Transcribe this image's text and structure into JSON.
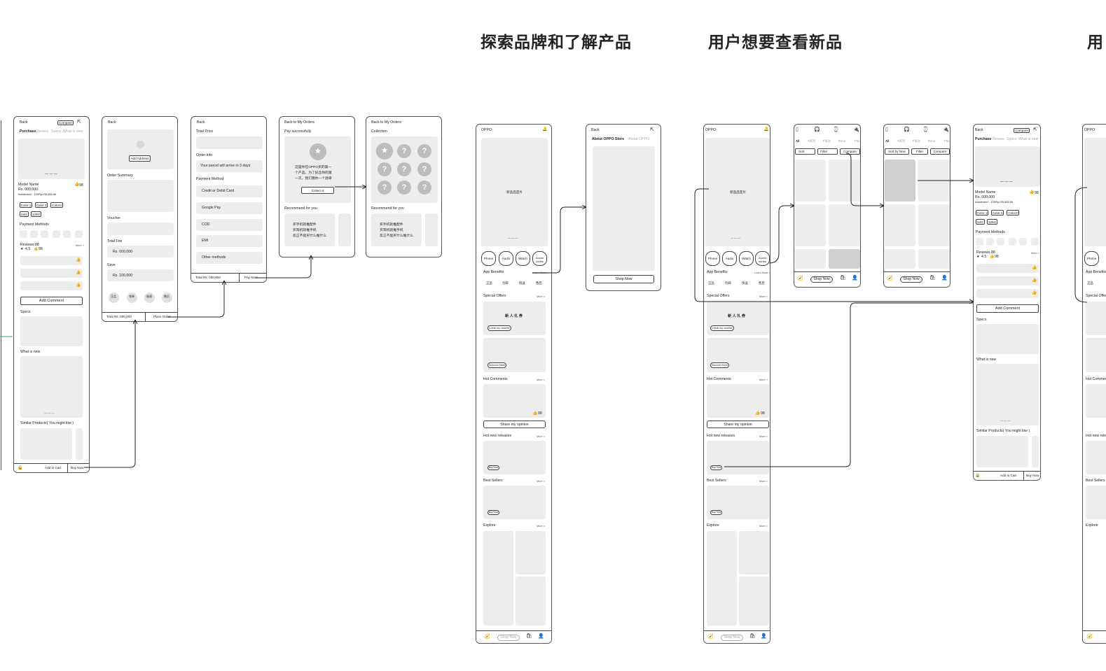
{
  "headings": {
    "brand": "探索品牌和了解产品",
    "new": "用户想要查看新品",
    "partial": "用"
  },
  "product": {
    "back": "Back",
    "compare": "Compare",
    "tab_purchase": "Purchase",
    "tab_review": "Review",
    "tab_specs": "Specs",
    "tab_whatsnew": "What is new",
    "model": "Model Name",
    "price": "Rs. 000,000",
    "instalment": "Instalment：100Rp155.555.56",
    "likes": "98",
    "colors": [
      "Color 1",
      "Color 2",
      "Color3"
    ],
    "storage": [
      "64G",
      "128G"
    ],
    "payment_methods": "Payment Methods",
    "reviews": "Reviews 88",
    "rating": "4.5",
    "rating_likes": "98",
    "more": "More >",
    "add_comment": "Add Comment",
    "specs": "Specs",
    "whats_new": "What is new",
    "similar": "Similar Products( You might like )",
    "add_to_cart": "Add to Cart",
    "buy_now": "Buy Now"
  },
  "order": {
    "back": "Back",
    "add_address": "Add Address",
    "summary": "Order Summary",
    "voucher": "Voucher",
    "total_fee": "Total Fee",
    "total_fee_value": "Rs. 000,000",
    "save": "Save",
    "save_value": "Rs. 100,000",
    "cats": [
      "正品",
      "领券",
      "极速",
      "售后"
    ],
    "total": "Total Rs. 000,000",
    "place_order": "Place Order"
  },
  "payment": {
    "back": "Back",
    "total_price": "Total Price",
    "order_info": "Order info",
    "arrive": "Your parcel will arrive in 3 days",
    "method": "Payment Method",
    "options": [
      "Credit or Debit Card",
      "Google Pay",
      "COD",
      "EMI",
      "Other methods"
    ],
    "total": "Total Rs. 000,000",
    "pay_now": "Pay Now"
  },
  "success": {
    "back": "Back to My Orders",
    "title": "Pay successfully",
    "msg": [
      "这是你在OPPO买的第一",
      "个产品。为了纪念你的第",
      "一次，我们赠你一个勋章"
    ],
    "collect": "Collect it",
    "recommend": "Recommend for you",
    "rec_text": [
      "买手机就推配件",
      "买耳机就推手机",
      "反正不能买什么推什么"
    ]
  },
  "collection": {
    "back": "Back to My Orders",
    "title": "Collection",
    "recommend": "Recommend for you"
  },
  "home": {
    "brand": "OPPO",
    "banner_a": "新品品宣片",
    "banner_b": "新品品宣片",
    "cats": [
      "Phone",
      "Audio",
      "Watch",
      "Acces sories"
    ],
    "benefits": "App Benefits",
    "learn_more": "Learn More >",
    "benefit_icons": [
      "正品",
      "包邮",
      "快送",
      "售后"
    ],
    "offers": "Special Offers",
    "more": "More >",
    "coupon": "新 人 礼 券",
    "check_voucher": "Check my voucher",
    "discover": "Discover More",
    "hot_comments": "Hot Comments",
    "hc_likes": "98",
    "share": "Share my opinion",
    "hot_releases": "Hot new releases",
    "buy_now": "Buy Now",
    "best": "Best Sellers",
    "explore": "Explore",
    "shop_now": "Shop Now"
  },
  "about": {
    "back": "Back",
    "tab1": "About OPPO Store",
    "tab2": "About OPPO",
    "shop": "Shop Now"
  },
  "listing": {
    "tabs": [
      "All",
      "X系列",
      "F系列",
      "Reno",
      "Pho"
    ],
    "sort": "Sort",
    "sort_by": "Sort by New",
    "filter": "Filter",
    "compare": "Compare",
    "shop": "Shop Now"
  }
}
